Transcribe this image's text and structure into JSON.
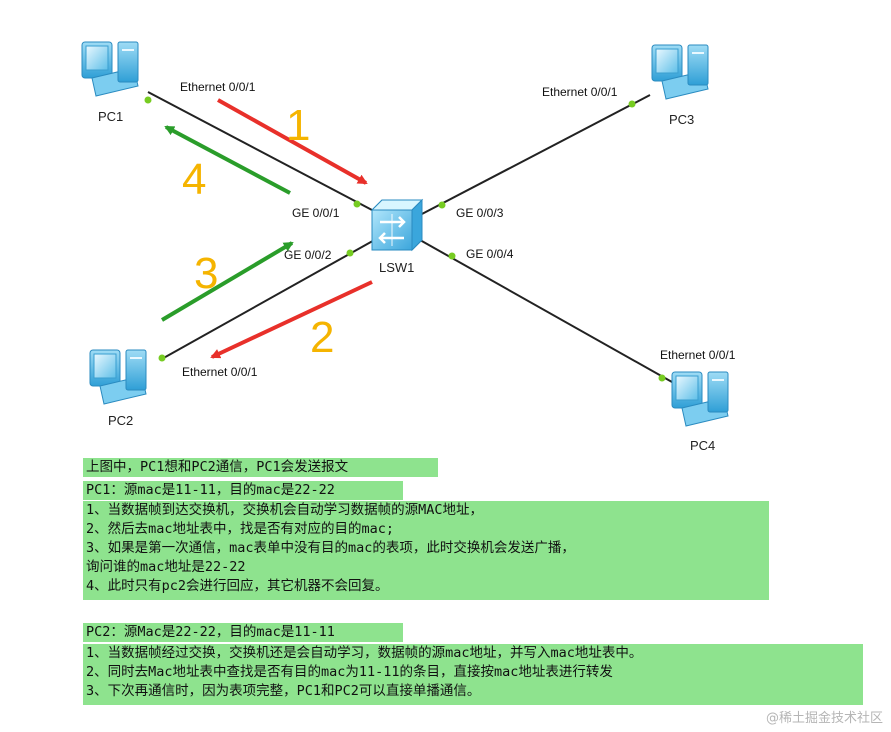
{
  "nodes": {
    "pc1": "PC1",
    "pc2": "PC2",
    "pc3": "PC3",
    "pc4": "PC4",
    "switch": "LSW1"
  },
  "ports": {
    "pc1_eth": "Ethernet 0/0/1",
    "pc2_eth": "Ethernet 0/0/1",
    "pc3_eth": "Ethernet 0/0/1",
    "pc4_eth": "Ethernet 0/0/1",
    "sw_ge1": "GE 0/0/1",
    "sw_ge2": "GE 0/0/2",
    "sw_ge3": "GE 0/0/3",
    "sw_ge4": "GE 0/0/4"
  },
  "steps": {
    "s1": "1",
    "s2": "2",
    "s3": "3",
    "s4": "4"
  },
  "colors": {
    "link": "#222222",
    "port_dot": "#77cc22",
    "arrow_red": "#e8302a",
    "arrow_green": "#2a9d2a",
    "step_number": "#f5b400",
    "note_highlight": "#8ee38e"
  },
  "notes": {
    "intro": "上图中，PC1想和PC2通信，PC1会发送报文",
    "pc1_title": "PC1：源mac是11-11，目的mac是22-22",
    "pc1_lines": [
      "1、当数据帧到达交换机，交换机会自动学习数据帧的源MAC地址，",
      "2、然后去mac地址表中，找是否有对应的目的mac;",
      "3、如果是第一次通信，mac表单中没有目的mac的表项，此时交换机会发送广播，",
      "询问谁的mac地址是22-22",
      "4、此时只有pc2会进行回应，其它机器不会回复。"
    ],
    "pc2_title": "PC2：源Mac是22-22，目的mac是11-11",
    "pc2_lines": [
      "1、当数据帧经过交换，交换机还是会自动学习，数据帧的源mac地址，并写入mac地址表中。",
      "2、同时去Mac地址表中查找是否有目的mac为11-11的条目，直接按mac地址表进行转发",
      "3、下次再通信时，因为表项完整，PC1和PC2可以直接单播通信。"
    ]
  },
  "watermark": "@稀土掘金技术社区"
}
